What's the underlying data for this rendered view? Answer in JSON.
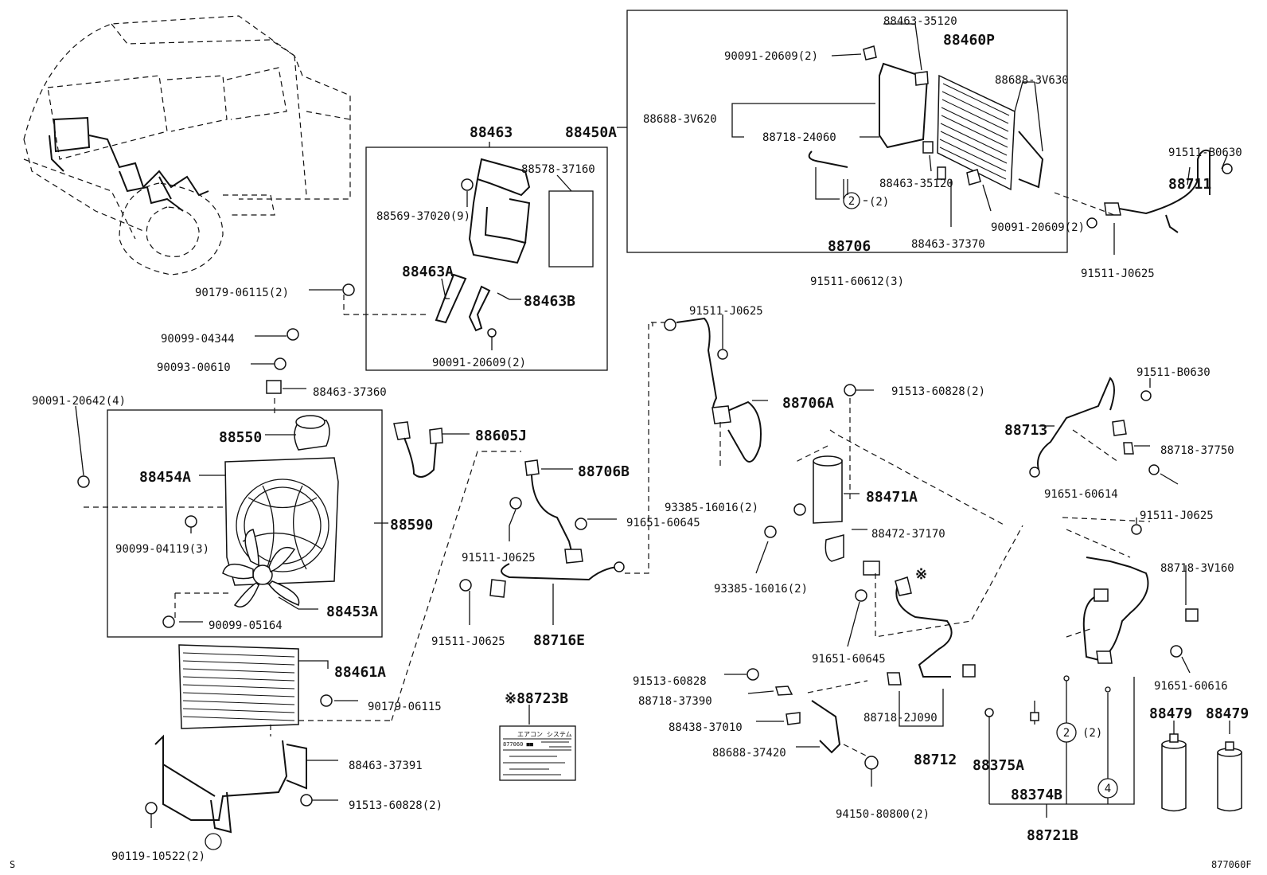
{
  "labels": {
    "p88463_35120_a": "88463-35120",
    "p88460P": "88460P",
    "p90091_20609_a": "90091-20609(2)",
    "p88688_3V630": "88688-3V630",
    "p88688_3V620": "88688-3V620",
    "p88450A": "88450A",
    "p88718_24060": "88718-24060",
    "p91511_B0630_a": "91511-B0630",
    "p88711": "88711",
    "p88463_35120_b": "88463-35120",
    "p2_2_a_num": "2",
    "p2_2_a_qty": "(2)",
    "p90091_20609_b": "90091-20609(2)",
    "p88706": "88706",
    "p88463_37370": "88463-37370",
    "p91511_J0625_a": "91511-J0625",
    "p91511_60612": "91511-60612(3)",
    "p88463": "88463",
    "p88578_37160": "88578-37160",
    "p88569_37020": "88569-37020(9)",
    "p88463A": "88463A",
    "p88463B": "88463B",
    "p90091_20609_c": "90091-20609(2)",
    "p90179_06115_a": "90179-06115(2)",
    "p90099_04344": "90099-04344",
    "p90093_00610": "90093-00610",
    "p88463_37360": "88463-37360",
    "p90091_20642": "90091-20642(4)",
    "p88550": "88550",
    "p88454A": "88454A",
    "p88590": "88590",
    "p90099_04119": "90099-04119(3)",
    "p90099_05164": "90099-05164",
    "p88453A": "88453A",
    "p88605J": "88605J",
    "p88706B": "88706B",
    "p91651_60645_a": "91651-60645",
    "p91511_J0625_b": "91511-J0625",
    "p91511_J0625_c": "91511-J0625",
    "p88716E": "88716E",
    "p88461A": "88461A",
    "p90179_06115_b": "90179-06115",
    "p88463_37391": "88463-37391",
    "p91513_60828_a": "91513-60828(2)",
    "p90119_10522": "90119-10522(2)",
    "p88723B": "※88723B",
    "p91511_J0625_d": "91511-J0625",
    "p88706A": "88706A",
    "p91513_60828_b": "91513-60828(2)",
    "p93385_16016_a": "93385-16016(2)",
    "p88471A": "88471A",
    "p88472_37170": "88472-37170",
    "p93385_16016_b": "93385-16016(2)",
    "p_note_mark": "※",
    "p91651_60645_b": "91651-60645",
    "p91511_B0630_b": "91511-B0630",
    "p88713": "88713",
    "p88718_37750": "88718-37750",
    "p91651_60614": "91651-60614",
    "p91511_J0625_e": "91511-J0625",
    "p88718_3V160": "88718-3V160",
    "p91651_60616": "91651-60616",
    "p91513_60828_c": "91513-60828",
    "p88718_37390": "88718-37390",
    "p88718_2J090": "88718-2J090",
    "p88438_37010": "88438-37010",
    "p88688_37420": "88688-37420",
    "p88712": "88712",
    "p88375A": "88375A",
    "p2_2_b_num": "2",
    "p2_2_b_qty": "(2)",
    "p88374B": "88374B",
    "p4_num": "4",
    "p94150_80800": "94150-80800(2)",
    "p88721B": "88721B",
    "p88479_a": "88479",
    "p88479_b": "88479",
    "corner_s": "S",
    "diagram_id": "877060F"
  },
  "sticker": {
    "title": "エアコン システム",
    "line1": "877060 ■■"
  },
  "colors": {
    "line": "#111111",
    "background": "#ffffff"
  }
}
